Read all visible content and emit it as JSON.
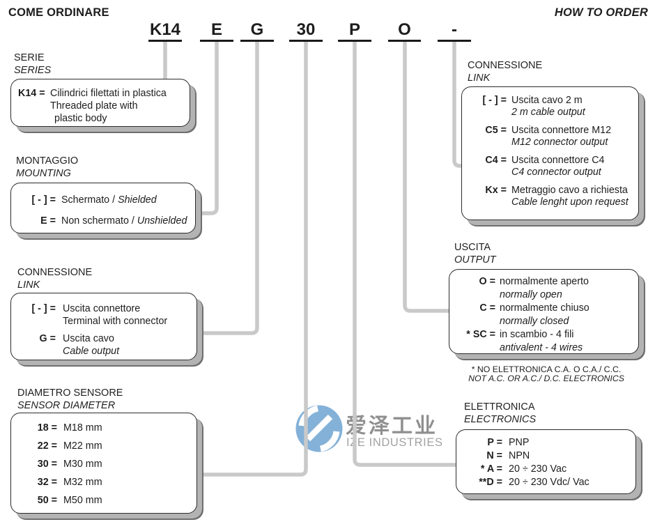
{
  "header": {
    "title": "COME ORDINARE",
    "title_en": "HOW TO ORDER"
  },
  "order_code": {
    "segments": [
      {
        "label": "K14"
      },
      {
        "label": "E"
      },
      {
        "label": "G"
      },
      {
        "label": "30"
      },
      {
        "label": "P"
      },
      {
        "label": "O"
      },
      {
        "label": "-"
      }
    ]
  },
  "sections": {
    "serie": {
      "title": "SERIE",
      "subtitle": "SERIES",
      "rows": [
        {
          "code": "K14 =",
          "lines": [
            "Cilindrici filettati in plastica",
            "Threaded plate with",
            "plastic body"
          ]
        }
      ]
    },
    "montaggio": {
      "title": "MONTAGGIO",
      "subtitle": "MOUNTING",
      "rows": [
        {
          "code": "[ - ] =",
          "text": "Schermato / ",
          "text_italic": "Shielded"
        },
        {
          "code": "E =",
          "text": "Non schermato / ",
          "text_italic": "Unshielded"
        }
      ]
    },
    "connessione_left": {
      "title": "CONNESSIONE",
      "subtitle": "LINK",
      "rows": [
        {
          "code": "[ - ] =",
          "line1": "Uscita connettore",
          "line2": "Terminal with connector"
        },
        {
          "code": "G =",
          "line1": "Uscita cavo",
          "line2": "Cable output"
        }
      ]
    },
    "diametro": {
      "title": "DIAMETRO SENSORE",
      "subtitle": "SENSOR DIAMETER",
      "rows": [
        {
          "code": "18 =",
          "text": "M18 mm"
        },
        {
          "code": "22 =",
          "text": "M22 mm"
        },
        {
          "code": "30 =",
          "text": "M30 mm"
        },
        {
          "code": "32 =",
          "text": "M32 mm"
        },
        {
          "code": "50 =",
          "text": "M50 mm"
        }
      ]
    },
    "connessione_right": {
      "title": "CONNESSIONE",
      "subtitle": "LINK",
      "rows": [
        {
          "code": "[ - ] =",
          "line1": "Uscita cavo 2 m",
          "line2": "2 m cable output"
        },
        {
          "code": "C5 =",
          "line1": "Uscita connettore M12",
          "line2": "M12 connector output"
        },
        {
          "code": "C4 =",
          "line1": "Uscita connettore C4",
          "line2": "C4 connector output"
        },
        {
          "code": "Kx =",
          "line1": "Metraggio cavo a richiesta",
          "line2": "Cable lenght upon request"
        }
      ]
    },
    "uscita": {
      "title": "USCITA",
      "subtitle": "OUTPUT",
      "rows": [
        {
          "code": "O =",
          "line1": "normalmente aperto",
          "line2": "normally open"
        },
        {
          "code": "C =",
          "line1": "normalmente chiuso",
          "line2": "normally closed"
        },
        {
          "code": "* SC =",
          "line1": "in scambio - 4 fili",
          "line2": "antivalent - 4 wires"
        }
      ],
      "note1": "* NO ELETTRONICA C.A. O C.A./ C.C.",
      "note2": "NOT A.C. OR A.C./ D.C. ELECTRONICS"
    },
    "elettronica": {
      "title": "ELETTRONICA",
      "subtitle": "ELECTRONICS",
      "rows": [
        {
          "code": "P =",
          "text": "PNP"
        },
        {
          "code": "N =",
          "text": "NPN"
        },
        {
          "code": "* A =",
          "text": "20 ÷ 230 Vac"
        },
        {
          "code": "**D =",
          "text": "20 ÷ 230 Vdc/ Vac"
        }
      ]
    }
  },
  "watermark": {
    "logo_icon": "ize-industries-logo",
    "cjk": "爱泽工业",
    "latin": "IZE INDUSTRIES"
  },
  "colors": {
    "leader_line": "#c9c9c9",
    "box_shadow": "#b3b3b3",
    "logo_blue": "#84b1d8",
    "text": "#1d1d1d"
  }
}
